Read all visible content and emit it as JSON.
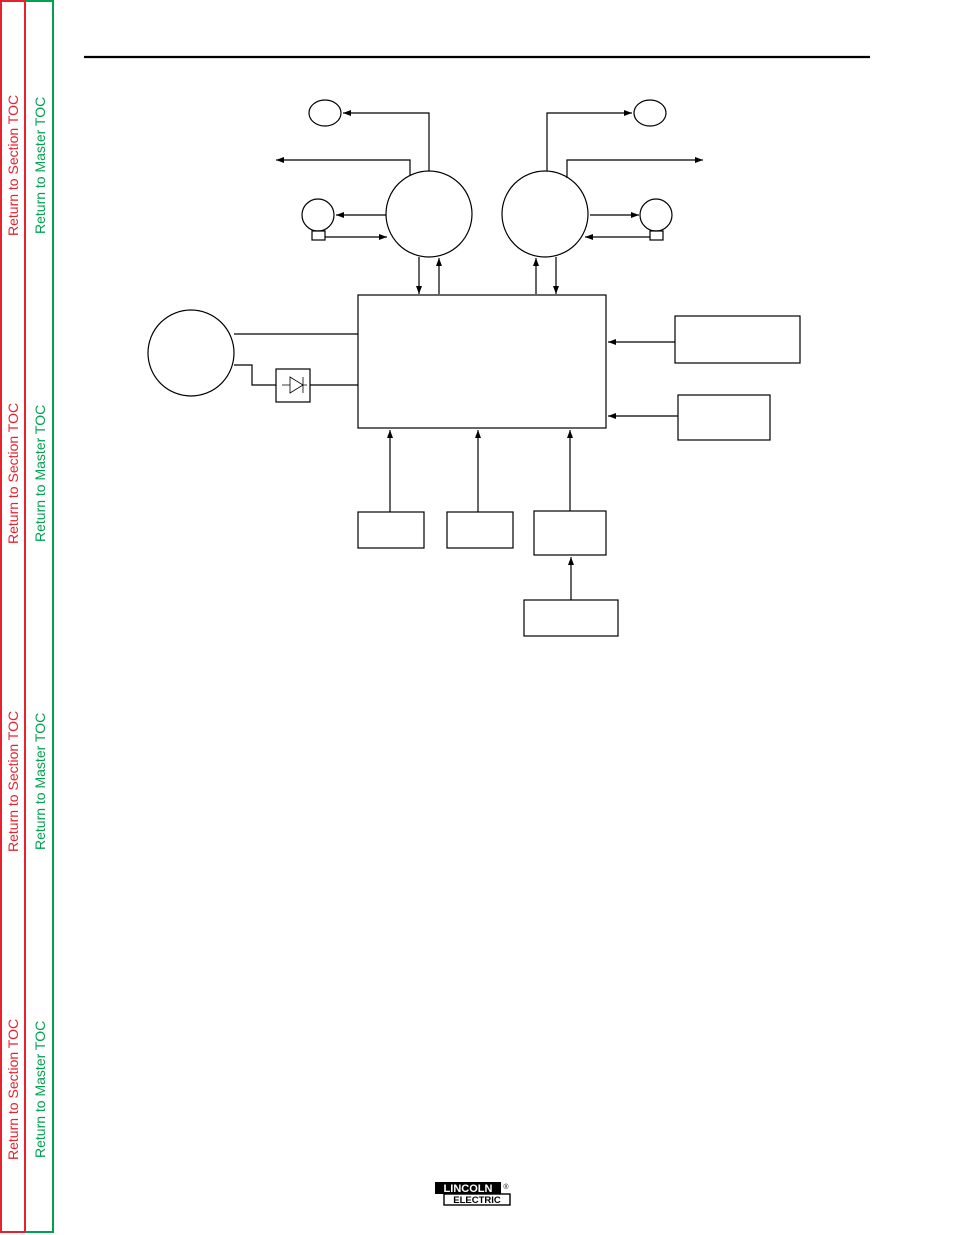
{
  "toc": {
    "section_label": "Return to Section TOC",
    "master_label": "Return to Master TOC",
    "section_color": "#e8212e",
    "master_color": "#00a24f"
  },
  "logo": {
    "line1": "LINCOLN",
    "line2": "ELECTRIC",
    "registered": "®"
  }
}
